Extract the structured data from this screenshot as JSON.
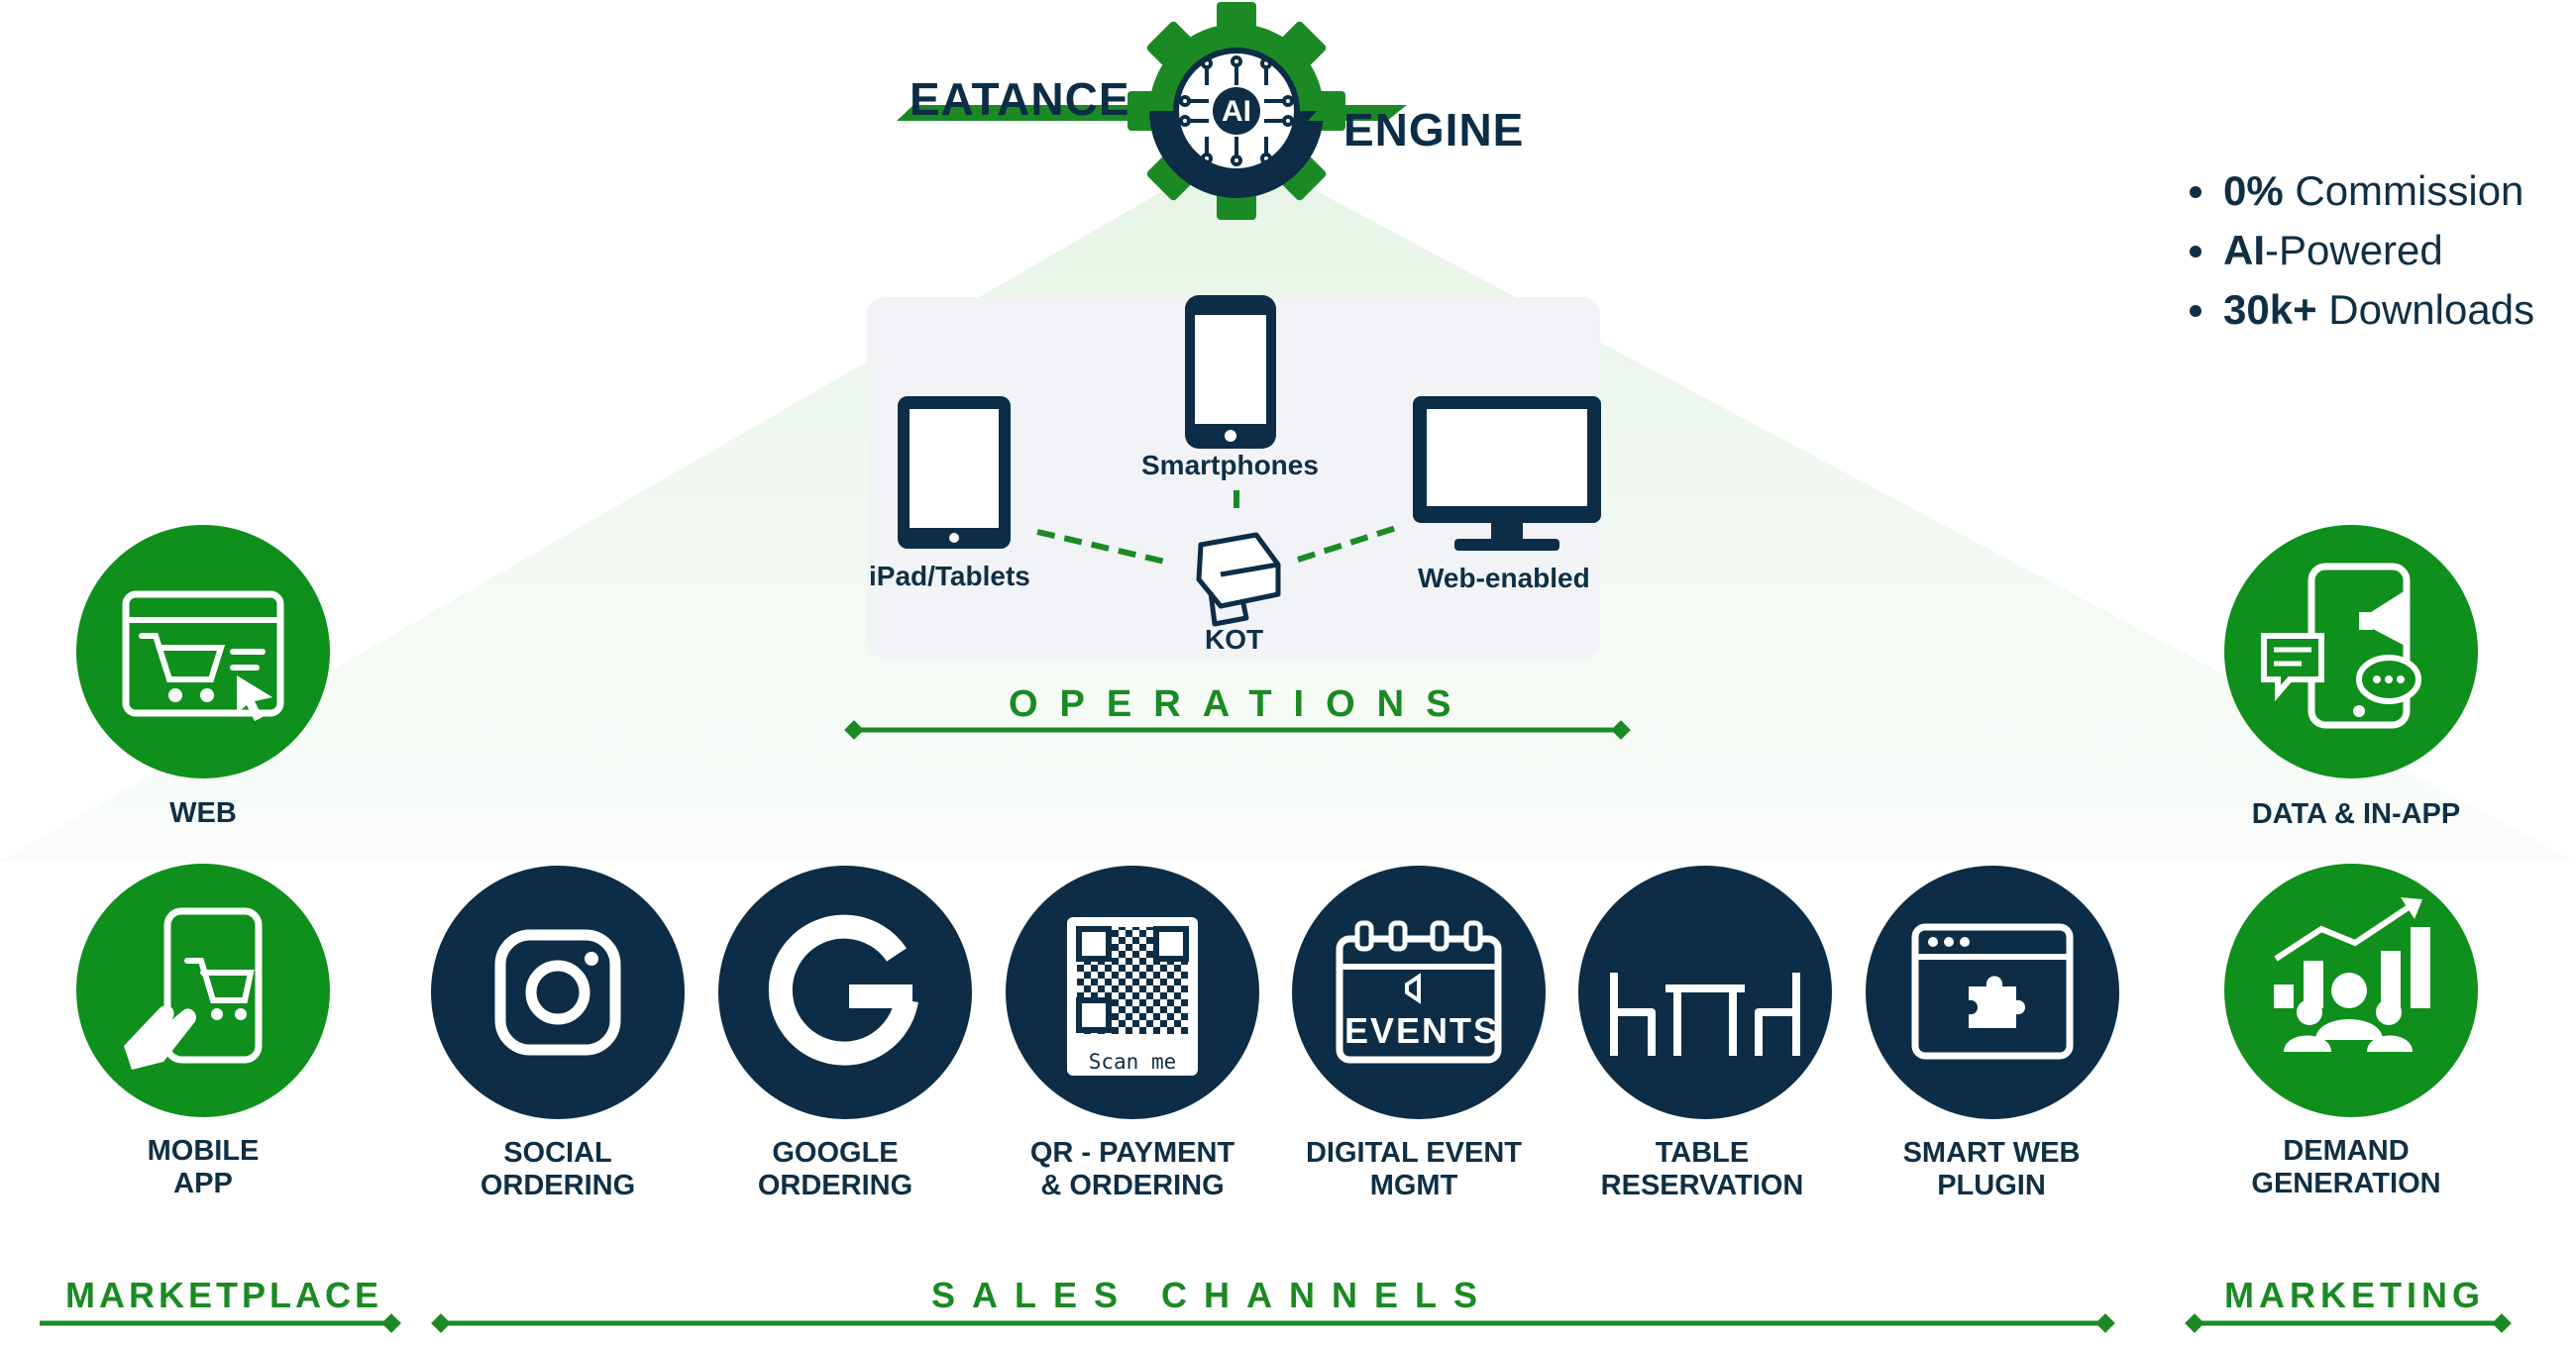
{
  "header": {
    "brand_left": "EATANCE",
    "brand_center": "AI",
    "brand_right": "ENGINE"
  },
  "highlights": [
    {
      "bold": "0%",
      "text": " Commission"
    },
    {
      "bold": "AI",
      "text": "-Powered"
    },
    {
      "bold": "30k+",
      "text": " Downloads"
    }
  ],
  "operations": {
    "title": "OPERATIONS",
    "devices": {
      "tablet": "iPad/Tablets",
      "phone": "Smartphones",
      "printer": "KOT",
      "monitor": "Web-enabled"
    }
  },
  "marketplace": {
    "title": "MARKETPLACE",
    "items": [
      {
        "label_line1": "WEB",
        "label_line2": "",
        "icon": "web-cart-icon"
      },
      {
        "label_line1": "MOBILE",
        "label_line2": "APP",
        "icon": "mobile-cart-icon"
      }
    ]
  },
  "sales_channels": {
    "title": "SALES CHANNELS",
    "items": [
      {
        "label_line1": "SOCIAL",
        "label_line2": "ORDERING",
        "icon": "instagram-icon"
      },
      {
        "label_line1": "GOOGLE",
        "label_line2": "ORDERING",
        "icon": "google-icon"
      },
      {
        "label_line1": "QR - PAYMENT",
        "label_line2": "& ORDERING",
        "icon": "qr-code-icon",
        "caption": "Scan me"
      },
      {
        "label_line1": "DIGITAL EVENT",
        "label_line2": "MGMT",
        "icon": "events-calendar-icon",
        "caption": "EVENTS"
      },
      {
        "label_line1": "TABLE",
        "label_line2": "RESERVATION",
        "icon": "table-chairs-icon"
      },
      {
        "label_line1": "SMART WEB",
        "label_line2": "PLUGIN",
        "icon": "browser-plugin-icon"
      }
    ]
  },
  "marketing": {
    "title": "MARKETING",
    "items": [
      {
        "label_line1": "DATA & IN-APP",
        "label_line2": "",
        "icon": "phone-chat-megaphone-icon"
      },
      {
        "label_line1": "DEMAND",
        "label_line2": "GENERATION",
        "icon": "growth-people-icon"
      }
    ]
  },
  "colors": {
    "green": "#0f8f1c",
    "navy": "#0c2d45",
    "accent_text": "#1a8a22",
    "text": "#0f2f45"
  }
}
